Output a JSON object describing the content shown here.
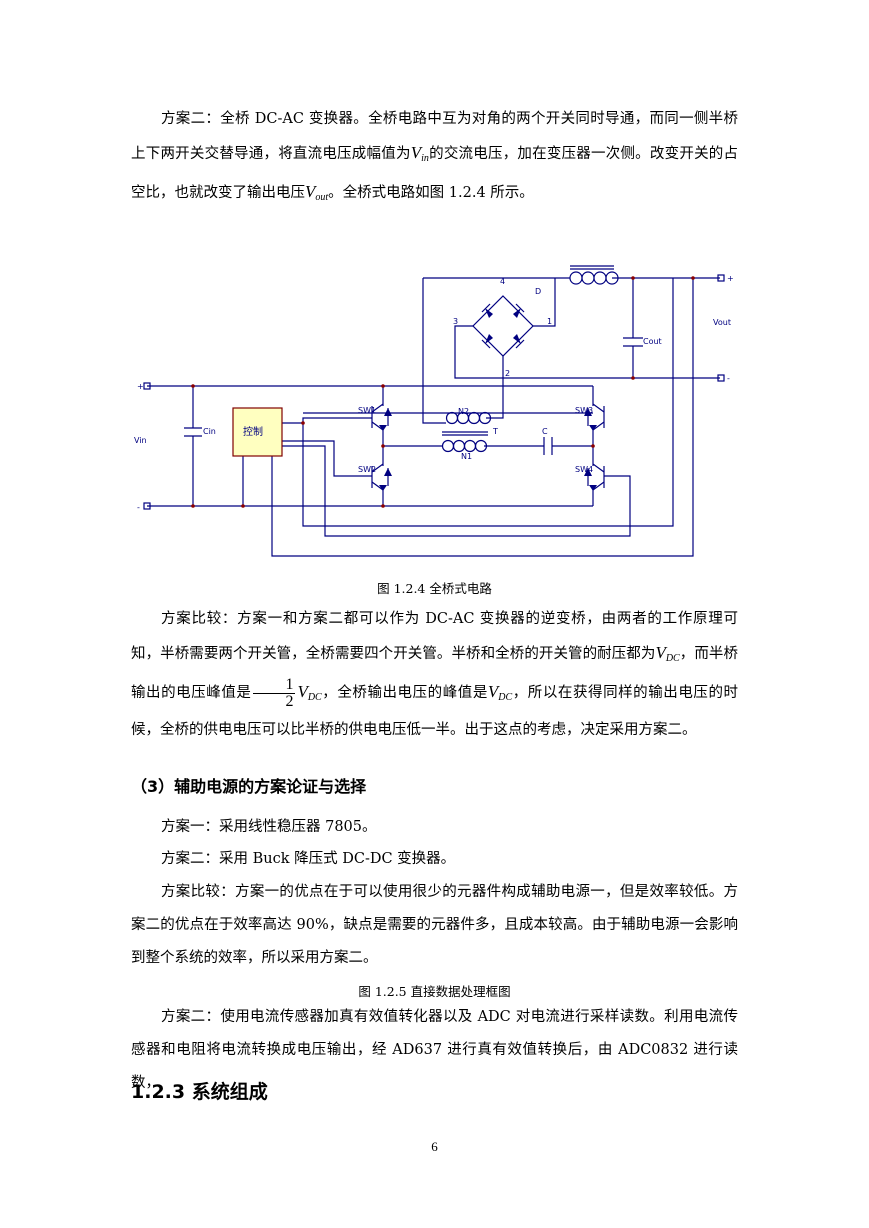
{
  "p1": {
    "a": "方案二：全桥 DC-AC 变换器。全桥电路中互为对角的两个开关同时导通，而同一侧半桥上下两开关交替导通，将直流电压成幅值为",
    "v1": "V",
    "v1sub": "in",
    "b": "的交流电压，加在变压器一次侧。改变开关的占空比，也就改变了输出电压",
    "v2": "V",
    "v2sub": "out",
    "c": "。全桥式电路如图 1.2.4 所示。"
  },
  "circuit": {
    "vout": "Vout",
    "plus": "+",
    "minus": "-",
    "d": "D",
    "cout": "Cout",
    "n3": "3",
    "n1": "1",
    "n4": "4",
    "n2": "2",
    "vin": "Vin",
    "cin": "Cin",
    "ctrl": "控制",
    "sw1": "SW1",
    "sw2": "SW2",
    "sw3": "SW3",
    "sw4": "SW4",
    "n2w": "N2",
    "t": "T",
    "c": "C",
    "n1w": "N1"
  },
  "fig1": "图 1.2.4  全桥式电路",
  "p2": {
    "a": "方案比较：方案一和方案二都可以作为 DC-AC 变换器的逆变桥，由两者的工作原理可知，半桥需要两个开关管，全桥需要四个开关管。半桥和全桥的开关管的耐压都为",
    "v": "V",
    "vsub": "DC",
    "b": "，而半桥输出的电压峰值是",
    "fnum": "1",
    "fden": "2",
    "c": "，全桥输出电压的峰值是",
    "d": "，所以在获得同样的输出电压的时候，全桥的供电电压可以比半桥的供电电压低一半。出于这点的考虑，决定采用方案二。"
  },
  "h3": "（3）辅助电源的方案论证与选择",
  "p3": "方案一：采用线性稳压器 7805。",
  "p4": "方案二：采用 Buck 降压式 DC-DC 变换器。",
  "p5": "方案比较：方案一的优点在于可以使用很少的元器件构成辅助电源一，但是效率较低。方案二的优点在于效率高达 90%，缺点是需要的元器件多，且成本较高。由于辅助电源一会影响到整个系统的效率，所以采用方案二。",
  "fig2": "图 1.2.5    直接数据处理框图",
  "p6": "方案二：使用电流传感器加真有效值转化器以及 ADC 对电流进行采样读数。利用电流传感器和电阻将电流转换成电压输出，经 AD637 进行真有效值转换后，由 ADC0832 进行读数，",
  "h2": "1.2.3  系统组成",
  "page": "6"
}
